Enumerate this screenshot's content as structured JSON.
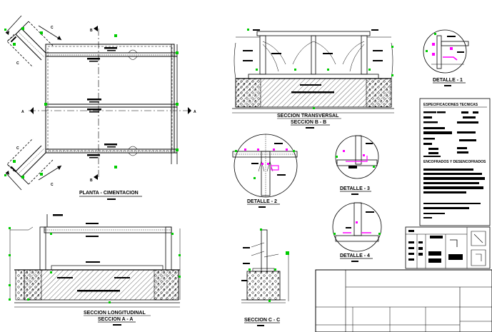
{
  "views": {
    "plan": {
      "title": "PLANTA - CIMENTACION"
    },
    "section_bb": {
      "title1": "SECCION TRANSVERSAL",
      "title2": "SECCION B - B"
    },
    "section_aa": {
      "title1": "SECCION LONGITUDINAL",
      "title2": "SECCION A - A"
    },
    "section_cc": {
      "title": "SECCION C - C"
    },
    "detail1": {
      "title": "DETALLE - 1"
    },
    "detail2": {
      "title": "DETALLE - 2"
    },
    "detail3": {
      "title": "DETALLE - 3"
    },
    "detail4": {
      "title": "DETALLE - 4"
    }
  },
  "cut_markers": {
    "a": "A",
    "b": "B",
    "c": "C"
  },
  "specs": {
    "heading": "ESPECIFICACIONES TECNICAS",
    "sub_heading": "ENCOFRADOS Y DESENCOFRADOS"
  },
  "colors": {
    "line": "#000000",
    "green_node": "#00cc00",
    "magenta_mark": "#ff00ff",
    "background": "#ffffff"
  }
}
